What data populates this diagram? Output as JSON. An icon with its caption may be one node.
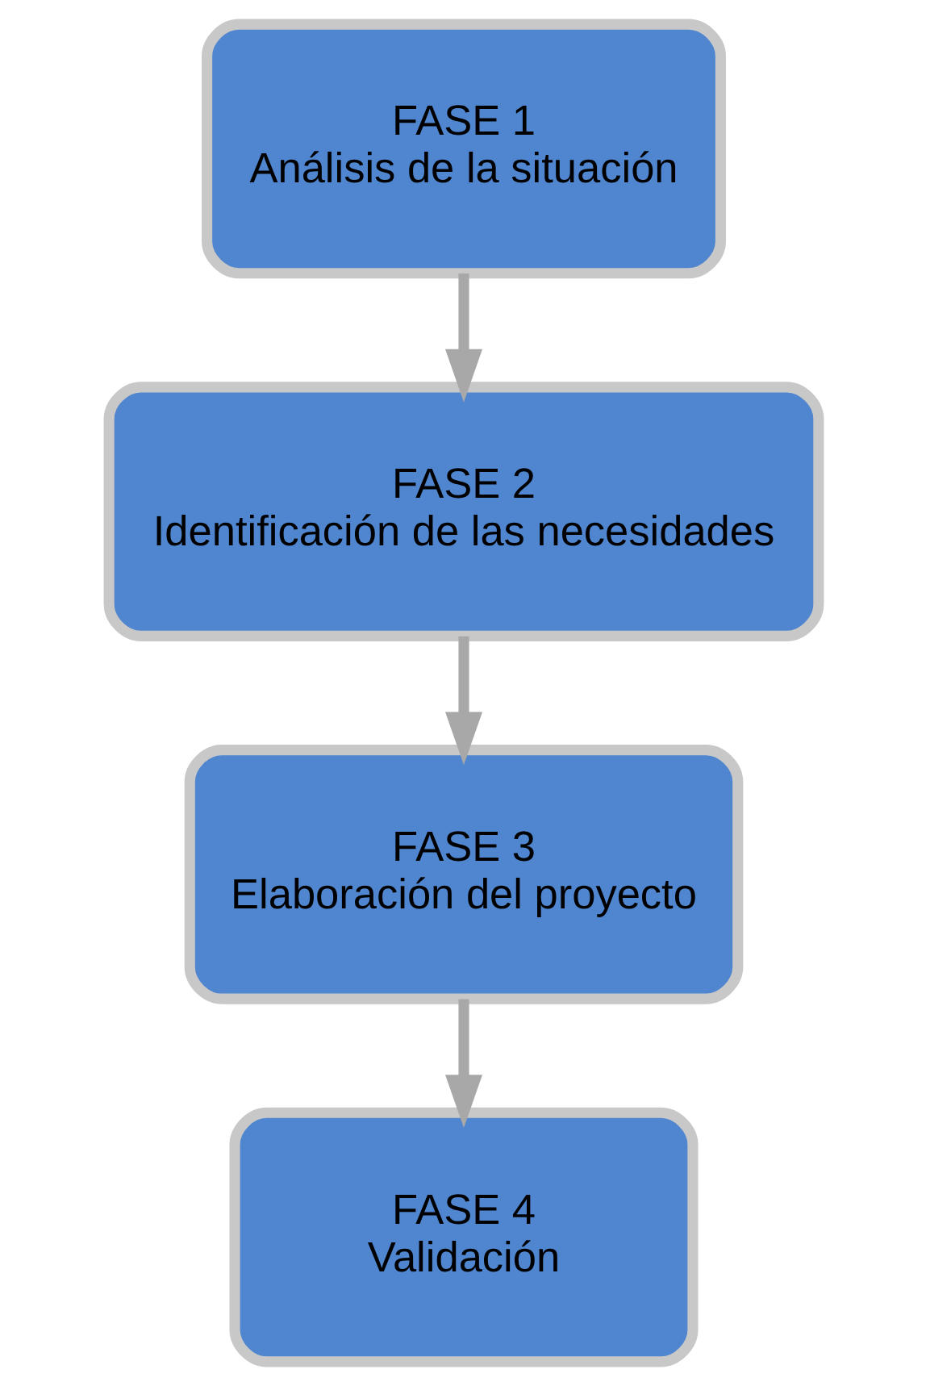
{
  "diagram": {
    "nodes": [
      {
        "text": [
          "FASE 1",
          "Análisis de la situación"
        ]
      },
      {
        "text": [
          "FASE 2",
          "Identificación de las necesidades"
        ]
      },
      {
        "text": [
          "FASE 3",
          "Elaboración del proyecto"
        ]
      },
      {
        "text": [
          "FASE 4",
          "Validación"
        ]
      }
    ],
    "edges": [
      {
        "from": 0,
        "to": 1,
        "arrow": "to"
      },
      {
        "from": 1,
        "to": 2,
        "arrow": "to"
      },
      {
        "from": 2,
        "to": 3,
        "arrow": "to"
      }
    ]
  }
}
